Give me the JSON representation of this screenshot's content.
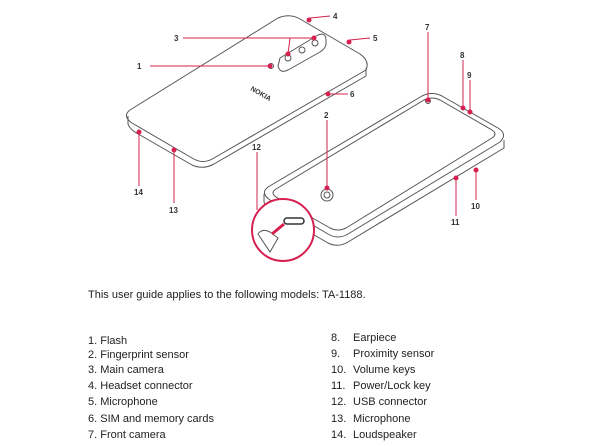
{
  "diagram": {
    "logo_text": "NOKIA",
    "callouts": [
      "1",
      "2",
      "3",
      "4",
      "5",
      "6",
      "7",
      "8",
      "9",
      "10",
      "11",
      "12",
      "13",
      "14"
    ],
    "accent_color": "#d6204f"
  },
  "intro": "This user guide applies to the following models: TA-1188.",
  "parts_left": [
    {
      "num": "1.",
      "label": "Flash"
    },
    {
      "num": "2.",
      "label": "Fingerprint sensor"
    },
    {
      "num": "3.",
      "label": "Main camera"
    },
    {
      "num": "4.",
      "label": "Headset connector"
    },
    {
      "num": "5.",
      "label": "Microphone"
    },
    {
      "num": "6.",
      "label": "SIM and memory cards"
    },
    {
      "num": "7.",
      "label": "Front camera"
    }
  ],
  "parts_right": [
    {
      "num": "8.",
      "label": "Earpiece"
    },
    {
      "num": "9.",
      "label": "Proximity sensor"
    },
    {
      "num": "10.",
      "label": "Volume keys"
    },
    {
      "num": "11.",
      "label": "Power/Lock key"
    },
    {
      "num": "12.",
      "label": "USB connector"
    },
    {
      "num": "13.",
      "label": "Microphone"
    },
    {
      "num": "14.",
      "label": "Loudspeaker"
    }
  ]
}
